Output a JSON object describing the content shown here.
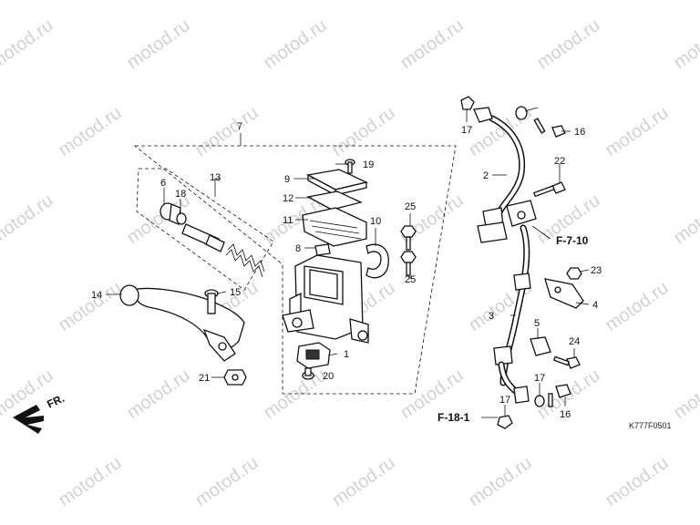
{
  "watermark": {
    "text": "motod.ru"
  },
  "diagram_code": "K777F0501",
  "direction_label": "FR.",
  "callouts": {
    "c1": "1",
    "c2": "2",
    "c3": "3",
    "c4": "4",
    "c5": "5",
    "c6": "6",
    "c7": "7",
    "c8": "8",
    "c9": "9",
    "c10": "10",
    "c11": "11",
    "c12": "12",
    "c13": "13",
    "c14": "14",
    "c15": "15",
    "c16a": "16",
    "c16b": "16",
    "c17a": "17",
    "c17b": "17",
    "c17c": "17",
    "c18": "18",
    "c19": "19",
    "c20": "20",
    "c21": "21",
    "c22": "22",
    "c23": "23",
    "c24": "24",
    "c25a": "25",
    "c25b": "25"
  },
  "refs": {
    "f710": "F-7-10",
    "f181": "F-18-1"
  }
}
